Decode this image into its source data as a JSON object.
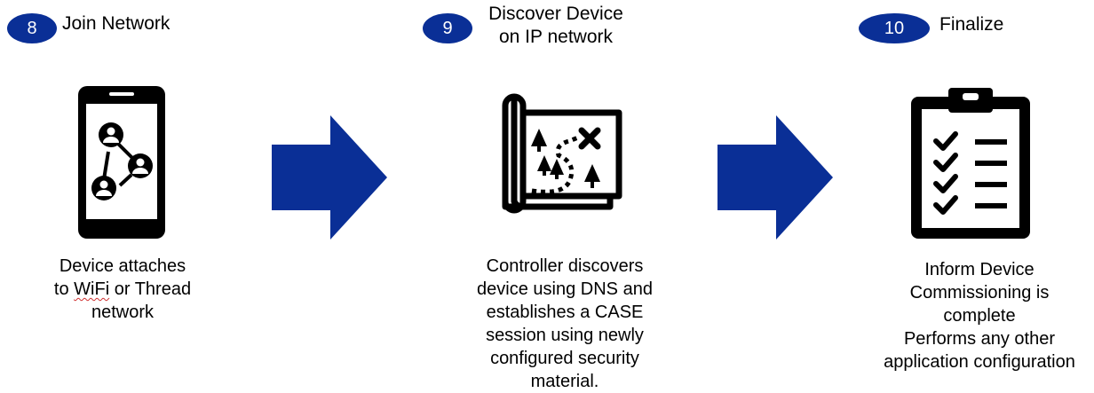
{
  "colors": {
    "accent": "#0a2f96",
    "icon": "#000000"
  },
  "steps": [
    {
      "number": "8",
      "title_lines": [
        "Join Network"
      ],
      "icon": "smartphone-network-icon",
      "description_lines": [
        "Device attaches",
        "to ",
        "WiFi",
        " or Thread",
        "network"
      ]
    },
    {
      "number": "9",
      "title_lines": [
        "Discover Device",
        "on IP network"
      ],
      "icon": "treasure-map-icon",
      "description_lines": [
        "Controller discovers",
        "device using DNS and",
        "establishes a CASE",
        "session using newly",
        "configured security",
        "material."
      ]
    },
    {
      "number": "10",
      "title_lines": [
        "Finalize"
      ],
      "icon": "clipboard-checklist-icon",
      "description_lines": [
        "Inform Device",
        "Commissioning is",
        "complete",
        "Performs any other",
        "application configuration"
      ]
    }
  ],
  "arrows": [
    "right-arrow-icon",
    "right-arrow-icon"
  ]
}
